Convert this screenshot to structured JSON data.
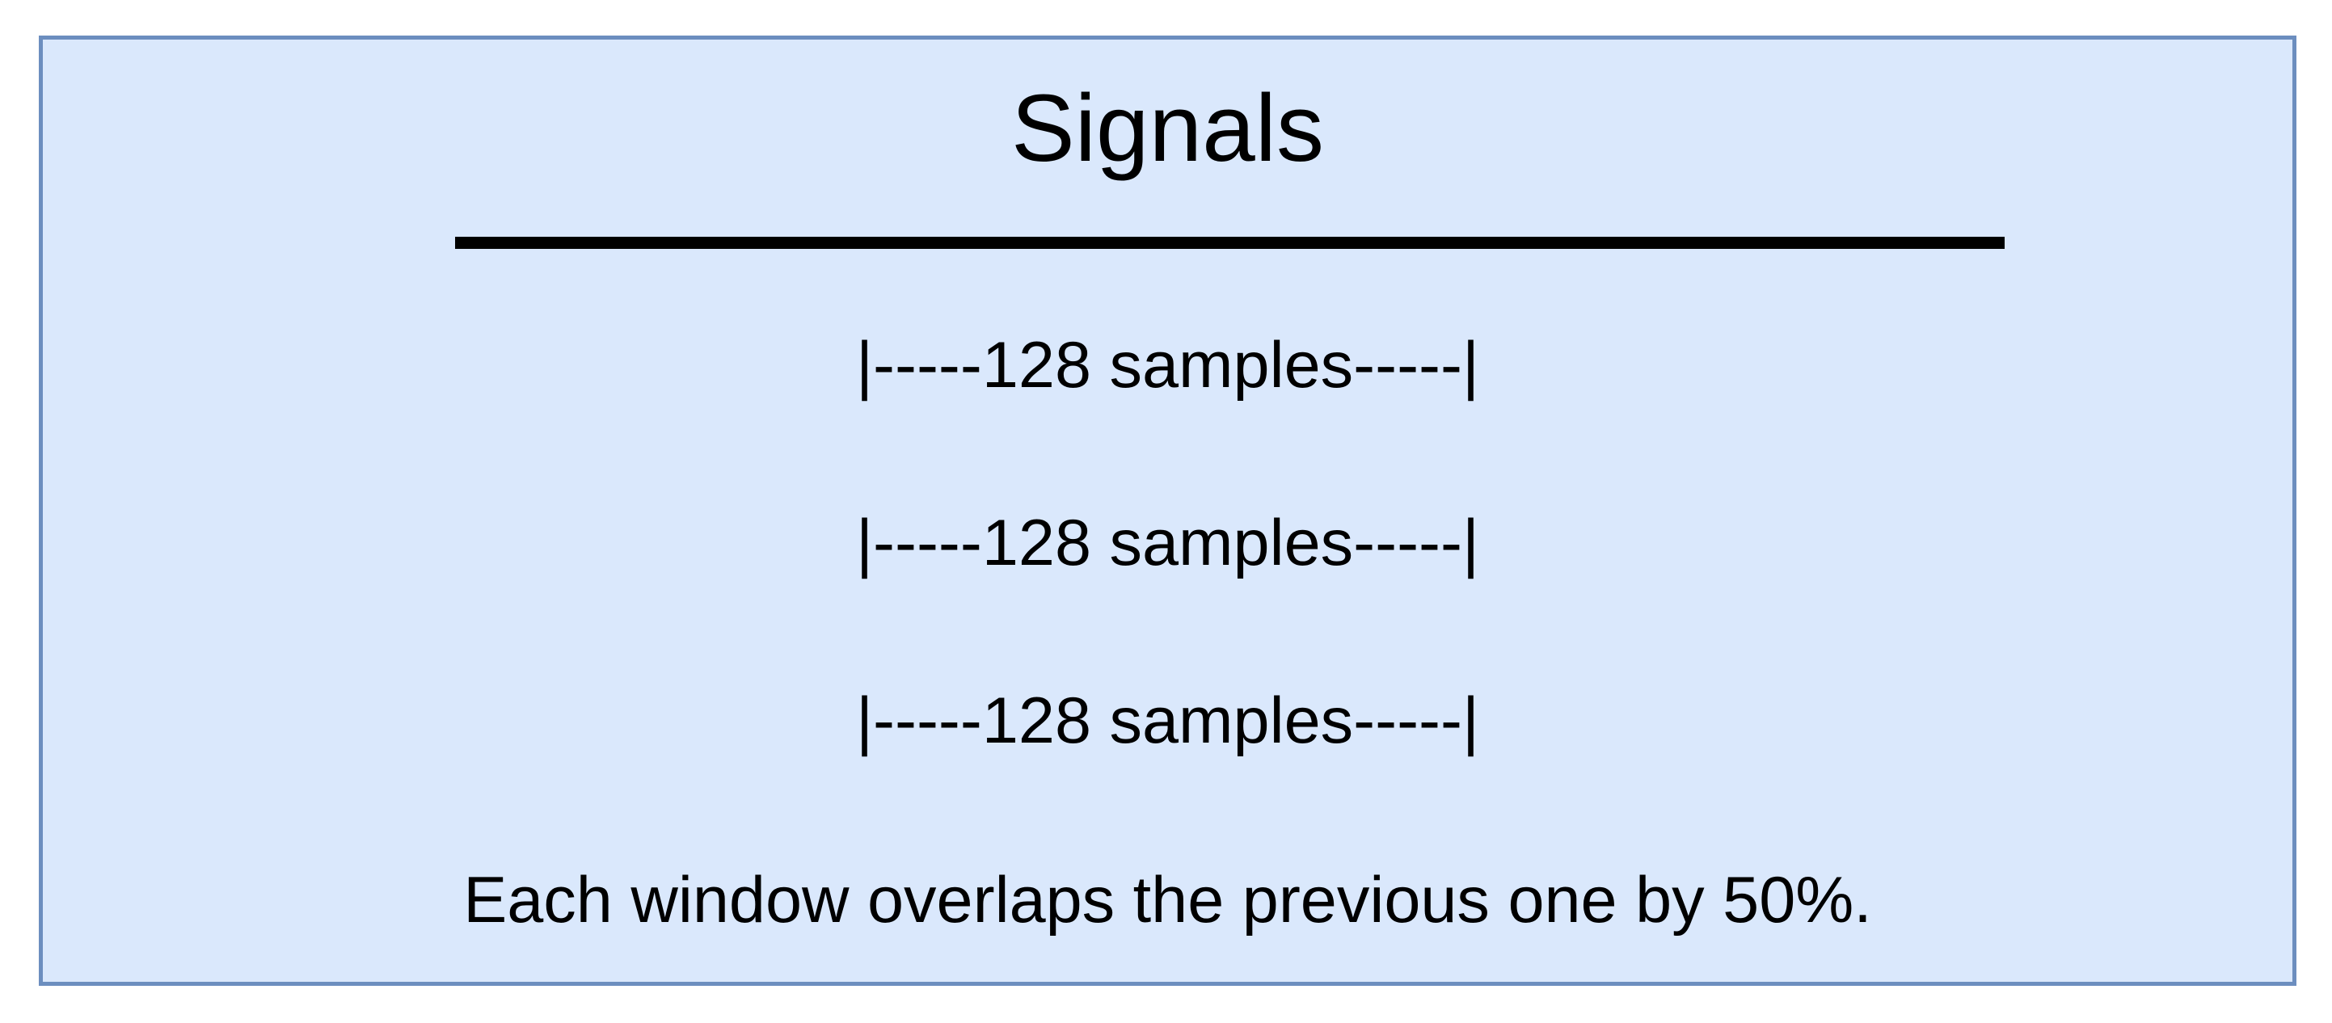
{
  "diagram": {
    "title": "Signals",
    "windows": [
      "|-----128 samples-----|",
      "|-----128 samples-----|",
      "|-----128 samples-----|"
    ],
    "caption": "Each window overlaps the previous one by 50%.",
    "colors": {
      "panel_fill": "#dae8fc",
      "panel_border": "#6c8ebf",
      "text": "#000000",
      "rule": "#000000"
    }
  }
}
